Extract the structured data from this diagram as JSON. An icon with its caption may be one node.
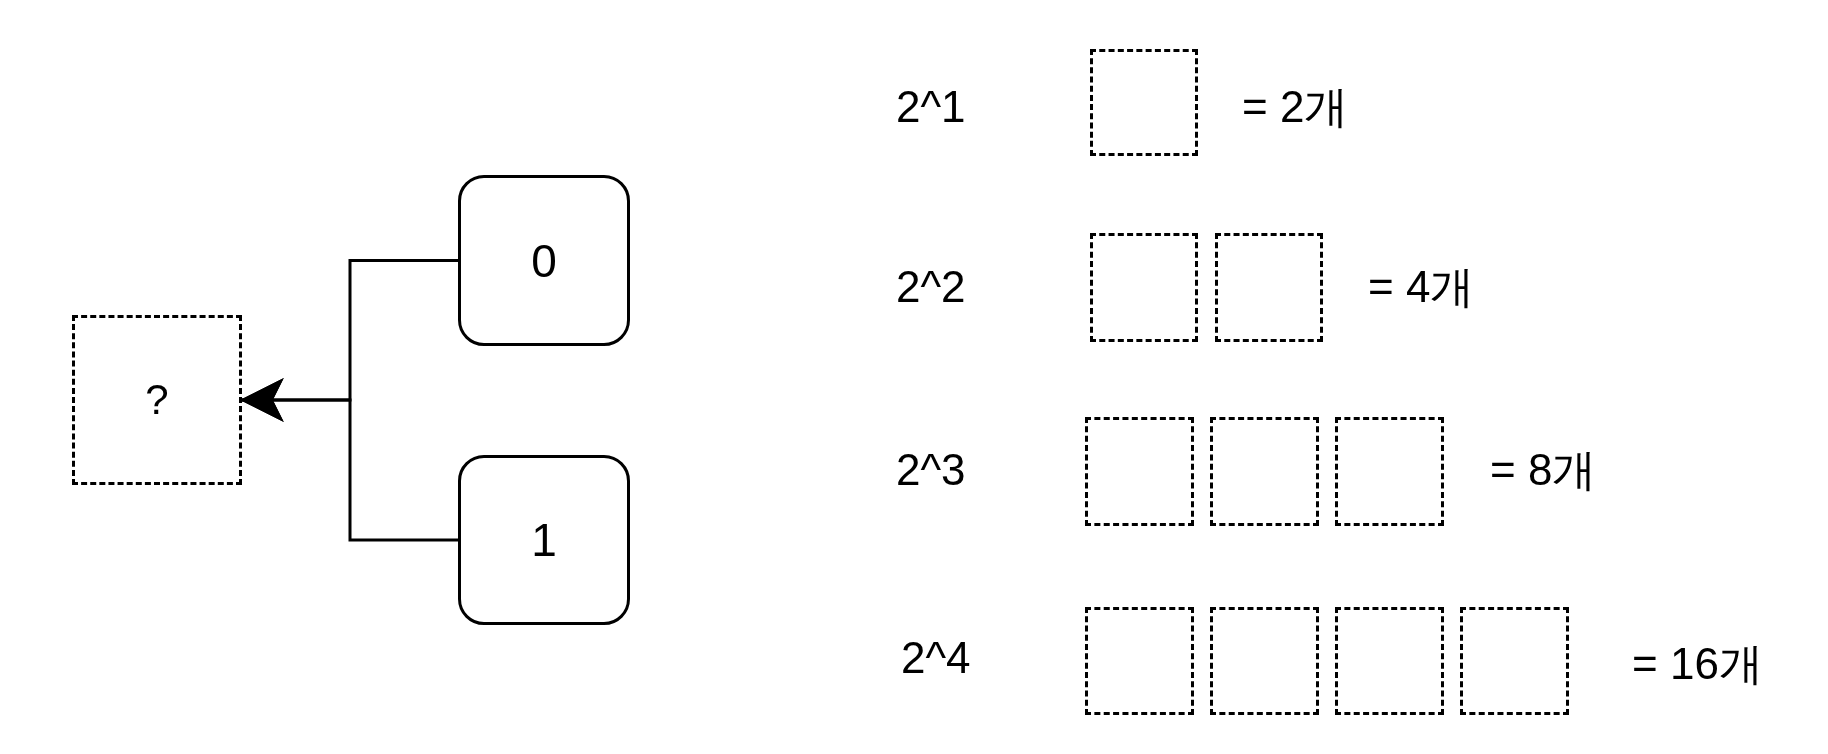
{
  "diagram": {
    "nodes": [
      {
        "text": [
          "?"
        ]
      },
      {
        "text": [
          "0"
        ]
      },
      {
        "text": [
          "1"
        ]
      },
      {
        "text": [],
        "shape": "box"
      },
      {
        "text": [],
        "shape": "box"
      },
      {
        "text": [],
        "shape": "box"
      },
      {
        "text": [],
        "shape": "box"
      },
      {
        "text": [],
        "shape": "box"
      },
      {
        "text": [],
        "shape": "box"
      },
      {
        "text": [],
        "shape": "box"
      },
      {
        "text": [],
        "shape": "box"
      },
      {
        "text": [],
        "shape": "box"
      },
      {
        "text": [],
        "shape": "box"
      }
    ],
    "edges": [
      {
        "from": 1,
        "to": 0,
        "arrow": "to"
      },
      {
        "from": 2,
        "to": 0,
        "arrow": "to"
      }
    ],
    "labels": [
      "2^1",
      "= 2개",
      "2^2",
      "= 4개",
      "2^3",
      "= 8개",
      "2^4",
      "= 16개"
    ]
  }
}
